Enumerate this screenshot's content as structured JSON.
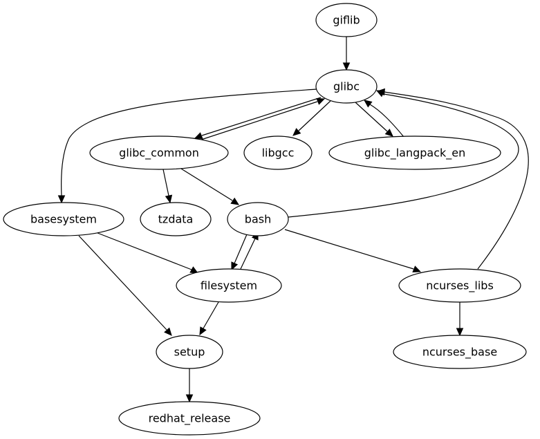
{
  "graph": {
    "type": "directed-dependency-graph",
    "nodes": [
      {
        "id": "giflib",
        "label": "giflib"
      },
      {
        "id": "glibc",
        "label": "glibc"
      },
      {
        "id": "glibc_common",
        "label": "glibc_common"
      },
      {
        "id": "libgcc",
        "label": "libgcc"
      },
      {
        "id": "glibc_langpack_en",
        "label": "glibc_langpack_en"
      },
      {
        "id": "basesystem",
        "label": "basesystem"
      },
      {
        "id": "tzdata",
        "label": "tzdata"
      },
      {
        "id": "bash",
        "label": "bash"
      },
      {
        "id": "filesystem",
        "label": "filesystem"
      },
      {
        "id": "ncurses_libs",
        "label": "ncurses_libs"
      },
      {
        "id": "setup",
        "label": "setup"
      },
      {
        "id": "ncurses_base",
        "label": "ncurses_base"
      },
      {
        "id": "redhat_release",
        "label": "redhat_release"
      }
    ],
    "edges": [
      {
        "from": "giflib",
        "to": "glibc"
      },
      {
        "from": "glibc",
        "to": "basesystem"
      },
      {
        "from": "glibc",
        "to": "glibc_common"
      },
      {
        "from": "glibc_common",
        "to": "glibc"
      },
      {
        "from": "glibc",
        "to": "libgcc"
      },
      {
        "from": "glibc",
        "to": "glibc_langpack_en"
      },
      {
        "from": "glibc_langpack_en",
        "to": "glibc"
      },
      {
        "from": "glibc_common",
        "to": "tzdata"
      },
      {
        "from": "glibc_common",
        "to": "bash"
      },
      {
        "from": "bash",
        "to": "glibc"
      },
      {
        "from": "ncurses_libs",
        "to": "glibc"
      },
      {
        "from": "basesystem",
        "to": "filesystem"
      },
      {
        "from": "basesystem",
        "to": "setup"
      },
      {
        "from": "bash",
        "to": "filesystem"
      },
      {
        "from": "filesystem",
        "to": "bash"
      },
      {
        "from": "bash",
        "to": "ncurses_libs"
      },
      {
        "from": "filesystem",
        "to": "setup"
      },
      {
        "from": "ncurses_libs",
        "to": "ncurses_base"
      },
      {
        "from": "setup",
        "to": "redhat_release"
      }
    ]
  }
}
